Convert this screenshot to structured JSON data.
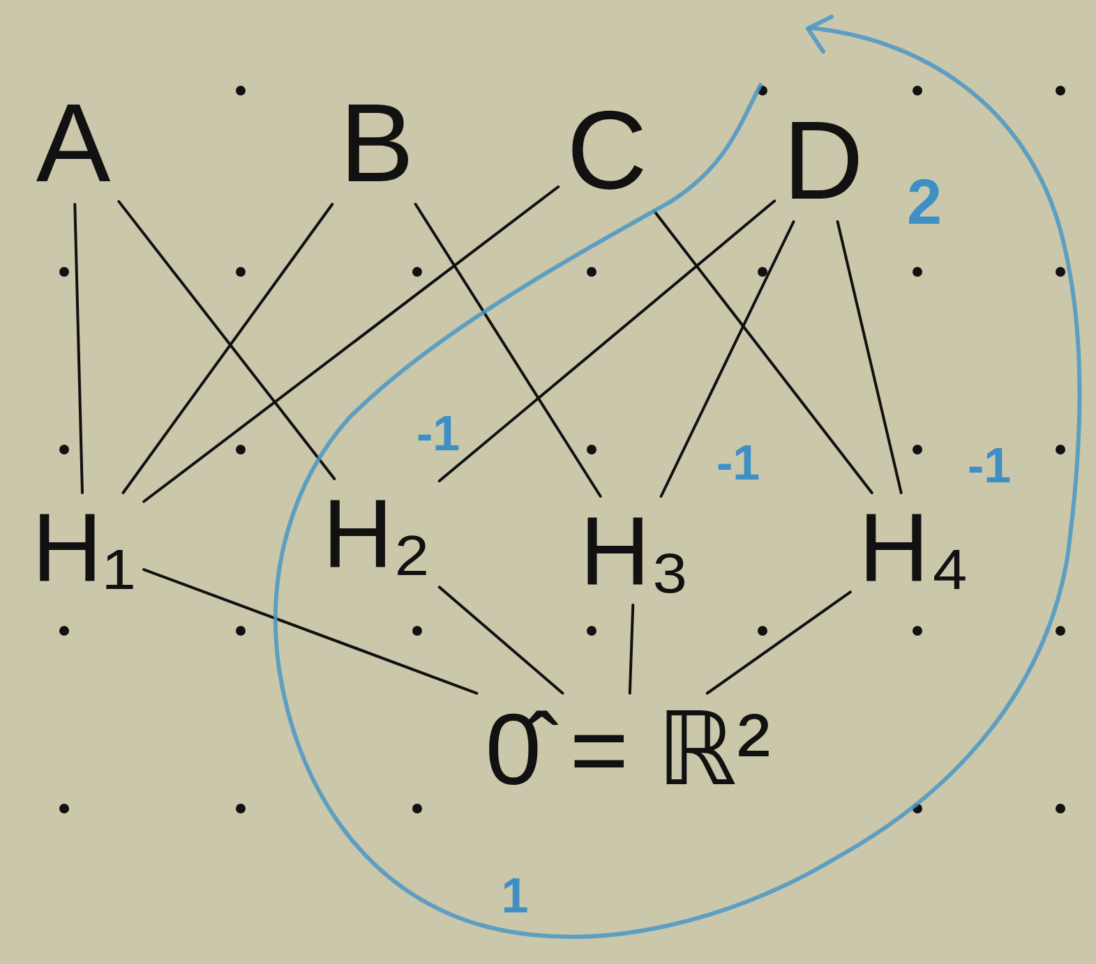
{
  "diagram": {
    "nodes": [
      {
        "text": [
          "A"
        ]
      },
      {
        "text": [
          "B"
        ]
      },
      {
        "text": [
          "C"
        ]
      },
      {
        "text": [
          "D"
        ]
      },
      {
        "text": [
          "H₁"
        ]
      },
      {
        "text": [
          "H₂"
        ]
      },
      {
        "text": [
          "H₃"
        ]
      },
      {
        "text": [
          "H₄"
        ]
      },
      {
        "text": [
          "0̂ = ℝ²"
        ]
      }
    ],
    "edges": [
      {
        "from": 0,
        "to": 4,
        "arrow": "none"
      },
      {
        "from": 0,
        "to": 5,
        "arrow": "none"
      },
      {
        "from": 1,
        "to": 4,
        "arrow": "none"
      },
      {
        "from": 1,
        "to": 6,
        "arrow": "none"
      },
      {
        "from": 2,
        "to": 4,
        "arrow": "none"
      },
      {
        "from": 2,
        "to": 7,
        "arrow": "none"
      },
      {
        "from": 3,
        "to": 5,
        "arrow": "none"
      },
      {
        "from": 3,
        "to": 6,
        "arrow": "none"
      },
      {
        "from": 3,
        "to": 7,
        "arrow": "none"
      },
      {
        "from": 4,
        "to": 8,
        "arrow": "none"
      },
      {
        "from": 5,
        "to": 8,
        "arrow": "none"
      },
      {
        "from": 6,
        "to": 8,
        "arrow": "none"
      },
      {
        "from": 7,
        "to": 8,
        "arrow": "none"
      }
    ],
    "labels": [
      "2",
      "-1",
      "-1",
      "-1",
      "1"
    ]
  }
}
